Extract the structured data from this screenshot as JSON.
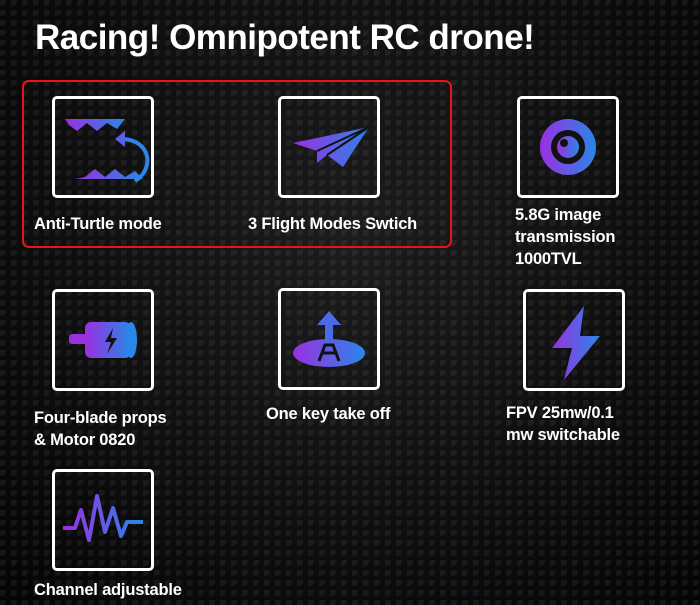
{
  "title": "Racing! Omnipotent RC drone!",
  "colors": {
    "highlight": "#e8131b",
    "gradient_start": "#9b2fe0",
    "gradient_end": "#2a86e8"
  },
  "features": [
    {
      "icon": "anti-turtle-icon",
      "label": "Anti-Turtle mode"
    },
    {
      "icon": "paper-plane-icon",
      "label": "3 Flight Modes Swtich"
    },
    {
      "icon": "camera-lens-icon",
      "label_lines": [
        "5.8G image",
        "transmission",
        "1000TVL"
      ]
    },
    {
      "icon": "motor-icon",
      "label_lines": [
        "Four-blade props",
        "& Motor 0820"
      ]
    },
    {
      "icon": "takeoff-icon",
      "label": "One key take off"
    },
    {
      "icon": "lightning-icon",
      "label_lines": [
        "FPV 25mw/0.1",
        "mw switchable"
      ]
    },
    {
      "icon": "waveform-icon",
      "label": "Channel adjustable"
    }
  ]
}
